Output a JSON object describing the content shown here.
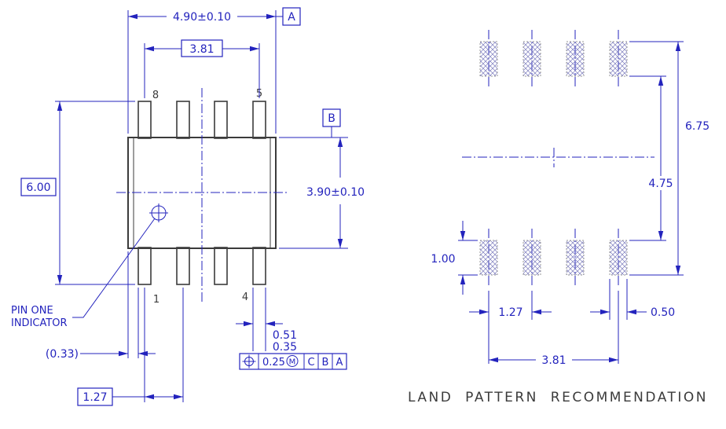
{
  "colors": {
    "dimension_blue": "#2323bd",
    "outline_dark": "#3b3b3b",
    "pad_border_gray": "#9a9a9a",
    "background": "#ffffff"
  },
  "package_view": {
    "dim_overall_width": "4.90±0.10",
    "dim_pin_span": "3.81",
    "dim_overall_height": "6.00",
    "dim_body_height": "3.90±0.10",
    "dim_lead_offset": "(0.33)",
    "dim_pitch": "1.27",
    "dim_lead_width_max": "0.51",
    "dim_lead_width_min": "0.35",
    "datum_a": "A",
    "datum_b": "B",
    "pin_top_left": "8",
    "pin_top_right": "5",
    "pin_bottom_left": "1",
    "pin_bottom_right": "4",
    "pin_one_label_line1": "PIN ONE",
    "pin_one_label_line2": "INDICATOR",
    "tolerance_frame": {
      "tolerance": "0.25",
      "modifier": "M",
      "datum_1": "C",
      "datum_2": "B",
      "datum_3": "A"
    }
  },
  "land_pattern_view": {
    "dim_outer_height": "6.75",
    "dim_inner_height": "4.75",
    "dim_pad_height": "1.00",
    "dim_pitch": "1.27",
    "dim_pad_width": "0.50",
    "dim_span": "3.81",
    "caption": "LAND PATTERN RECOMMENDATION"
  }
}
